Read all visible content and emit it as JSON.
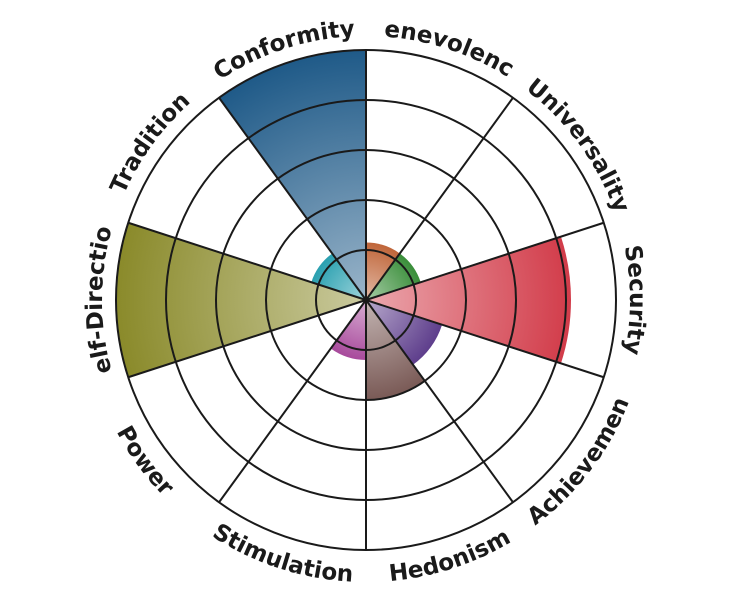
{
  "chart_data": {
    "type": "polar-area",
    "rlim": [
      0,
      5
    ],
    "rings": [
      1,
      2,
      3,
      4,
      5
    ],
    "categories": [
      "Benevolence",
      "Universality",
      "Security",
      "Achievement",
      "Hedonism",
      "Stimulation",
      "Power",
      "Self-Direction",
      "Tradition",
      "Conformity"
    ],
    "values": [
      1.15,
      1.15,
      4.1,
      1.6,
      2.0,
      1.2,
      0.0,
      5.0,
      1.15,
      5.0
    ],
    "colors": [
      "#c0663a",
      "#3a8e3a",
      "#d23c4a",
      "#5e3e8c",
      "#7a5a56",
      "#a84a9c",
      "#777777",
      "#8a8a2a",
      "#2aa0b0",
      "#1f5a88"
    ],
    "grid": true,
    "legend": "none"
  }
}
